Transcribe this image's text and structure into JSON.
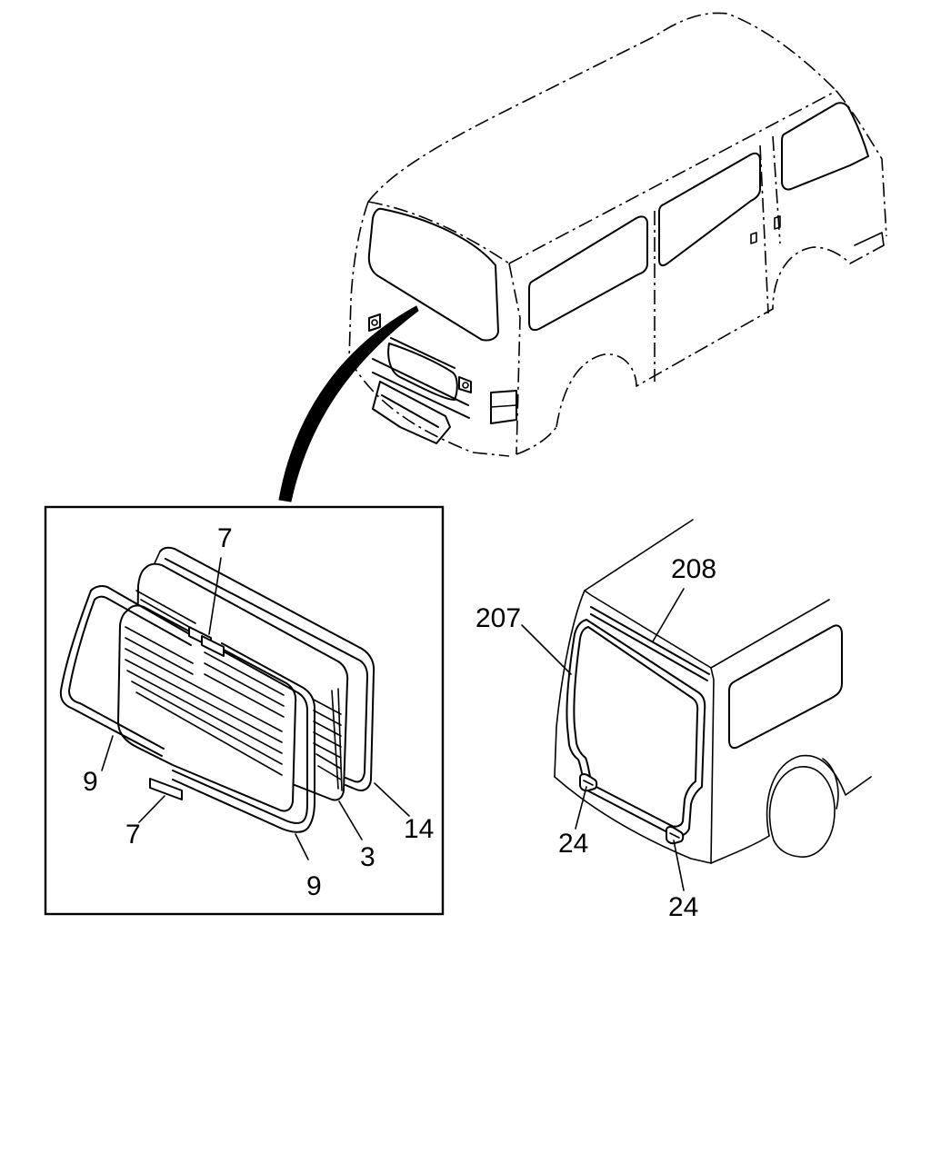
{
  "colors": {
    "line": "#000000",
    "background": "#ffffff"
  },
  "callouts": {
    "inset_top_7": "7",
    "inset_left_9": "9",
    "inset_left_7": "7",
    "inset_bottom_9": "9",
    "inset_3": "3",
    "inset_14": "14",
    "door_207": "207",
    "door_208": "208",
    "door_24_left": "24",
    "door_24_bottom": "24"
  }
}
